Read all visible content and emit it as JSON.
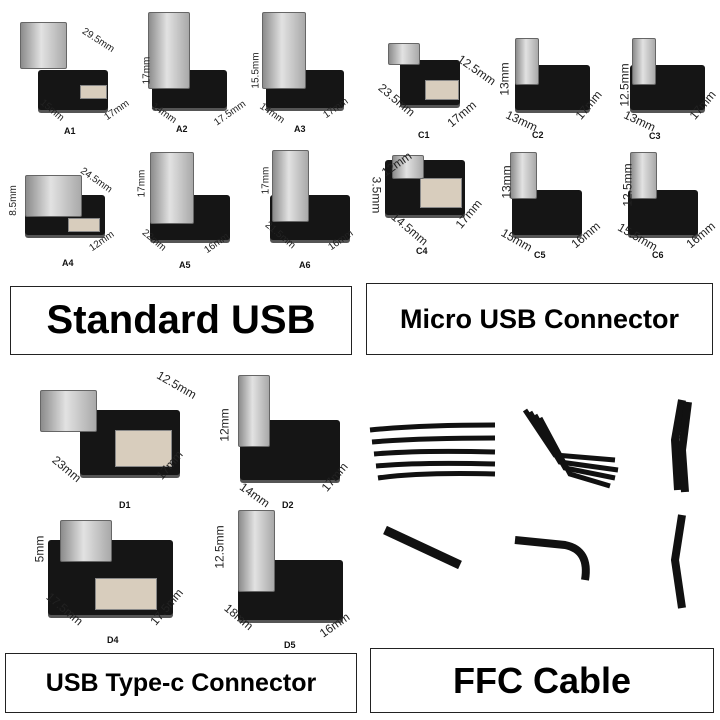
{
  "sections": {
    "standard_usb": "Standard USB",
    "micro_usb": "Micro USB Connector",
    "usb_type_c": "USB Type-c Connector",
    "ffc_cable": "FFC Cable"
  },
  "products": [
    {
      "id": "A1",
      "dims": [
        "29.5mm",
        "15mm",
        "17mm"
      ]
    },
    {
      "id": "A2",
      "dims": [
        "17mm",
        "14mm",
        "17.5mm"
      ]
    },
    {
      "id": "A3",
      "dims": [
        "15.5mm",
        "14mm",
        "17mm"
      ]
    },
    {
      "id": "A4",
      "dims": [
        "24.5mm",
        "8.5mm",
        "12mm"
      ]
    },
    {
      "id": "A5",
      "dims": [
        "17mm",
        "22mm",
        "16mm"
      ]
    },
    {
      "id": "A6",
      "dims": [
        "17mm",
        "21.5mm",
        "16mm"
      ]
    },
    {
      "id": "C1",
      "dims": [
        "12.5mm",
        "23.5mm",
        "17mm"
      ]
    },
    {
      "id": "C2",
      "dims": [
        "13mm",
        "13mm",
        "17mm"
      ]
    },
    {
      "id": "C3",
      "dims": [
        "12.5mm",
        "13mm",
        "17mm"
      ]
    },
    {
      "id": "C4",
      "dims": [
        "12mm",
        "3.5mm",
        "14.5mm",
        "17mm"
      ]
    },
    {
      "id": "C5",
      "dims": [
        "13mm",
        "15mm",
        "16mm"
      ]
    },
    {
      "id": "C6",
      "dims": [
        "12.5mm",
        "15.5mm",
        "16mm"
      ]
    },
    {
      "id": "D1",
      "dims": [
        "12.5mm",
        "23mm",
        "17mm"
      ]
    },
    {
      "id": "D2",
      "dims": [
        "12mm",
        "14mm",
        "17mm"
      ]
    },
    {
      "id": "D4",
      "dims": [
        "5mm",
        "17.5mm",
        "17.5mm"
      ]
    },
    {
      "id": "D5",
      "dims": [
        "12.5mm",
        "18mm",
        "16mm"
      ]
    }
  ],
  "colors": {
    "board": "#151515",
    "plug": "#c8c8c8",
    "latch": "#d8cdbd",
    "frame": "#222222"
  }
}
